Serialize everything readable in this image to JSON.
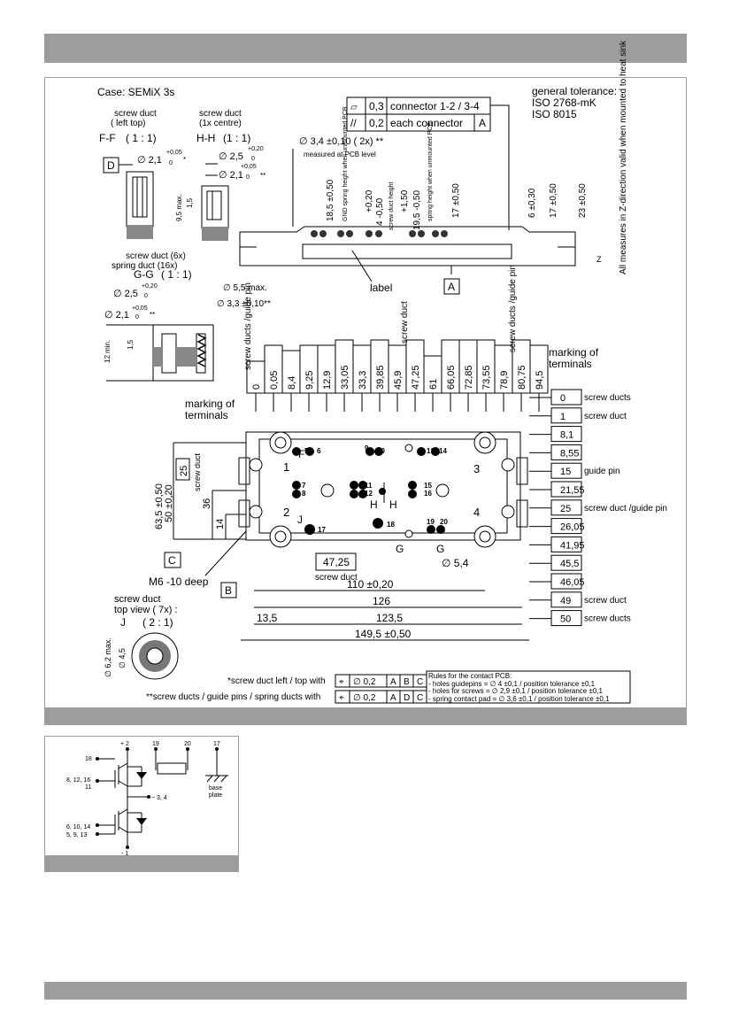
{
  "case_title": "Case: SEMiX 3s",
  "tolerance": {
    "general": "general tolerance:",
    "iso1": "ISO 2768-mK",
    "iso2": "ISO 8015",
    "frame1_sym": "▱",
    "frame1_val": "0,3",
    "frame1_text": "connector 1-2 / 3-4",
    "frame2_sym": "//",
    "frame2_val": "0,2",
    "frame2_text": "each connector",
    "frame2_ref": "A"
  },
  "z_note": "All measures in Z-direction valid when mounted to heat sink",
  "ff": {
    "title1": "screw duct",
    "title2": "( left top)",
    "label": "F-F",
    "scale": "( 1 : 1)",
    "d": "D",
    "dia": "∅ 2,1",
    "tol_up": "+0,05",
    "tol_lo": "0",
    "mark": "*",
    "h95": "9,5 max.",
    "h15": "1,5"
  },
  "hh": {
    "title1": "screw duct",
    "title2": "(1x centre)",
    "label": "H-H",
    "scale": "(1 : 1)",
    "dia1": "∅ 2,5",
    "tol1_up": "+0,20",
    "tol1_lo": "0",
    "dia2": "∅ 2,1",
    "tol2_up": "+0,05",
    "tol2_lo": "0",
    "mark2": "**"
  },
  "gg": {
    "title1": "screw duct  (6x)",
    "title2": "spring duct  (16x)",
    "label": "G-G",
    "scale": "( 1 : 1)",
    "dia1": "∅ 2,5",
    "tol1_up": "+0,20",
    "tol1_lo": "0",
    "dia2": "∅ 2,1",
    "tol2_up": "+0,05",
    "tol2_lo": "0",
    "mark2": "**",
    "d55": "∅ 5,5 max.",
    "d33": "∅ 3,3 ±0,10**",
    "h12": "12 min.",
    "h15": "1,5"
  },
  "top_dims": {
    "d34": "∅ 3,4 ±0,10  ( 2x)   **",
    "pcb": "measured at PCB level",
    "v1": "18,5 ±0,50",
    "v1n": "GND spring height when unmounted PCB",
    "v2": "+0,20",
    "v2b": "4 -0,50",
    "v2n": "screw duct height",
    "v3": "+1,50",
    "v3b": "19,5 -0,50",
    "v3n": "spring height when unmounted PCB",
    "v4": "17 ±0,50",
    "r1": "6 ±0,30",
    "r2": "17 ±0,50",
    "r3": "23 ±0,50",
    "z": "Z",
    "label": "label",
    "a": "A"
  },
  "x_positions": [
    "0",
    "0,05",
    "8,4",
    "9,25",
    "12,9",
    "33,05",
    "33,3",
    "39,85",
    "45,9",
    "47,25",
    "61",
    "66,05",
    "72,85",
    "73,55",
    "78,9",
    "80,75",
    "94,5"
  ],
  "x_notes": {
    "left": "screw ducts /guide pin",
    "mid": "screw duct",
    "right": "screw ducts /guide pin"
  },
  "marking1": "marking of terminals",
  "marking2": "marking of terminals",
  "y_positions": [
    {
      "v": "0",
      "n": "screw ducts"
    },
    {
      "v": "1",
      "n": "screw duct"
    },
    {
      "v": "8,1",
      "n": ""
    },
    {
      "v": "8,55",
      "n": ""
    },
    {
      "v": "15",
      "n": "guide pin"
    },
    {
      "v": "21,55",
      "n": ""
    },
    {
      "v": "25",
      "n": "screw duct /guide pin"
    },
    {
      "v": "26,05",
      "n": ""
    },
    {
      "v": "41,95",
      "n": ""
    },
    {
      "v": "45,5",
      "n": ""
    },
    {
      "v": "46,05",
      "n": ""
    },
    {
      "v": "49",
      "n": "screw duct"
    },
    {
      "v": "50",
      "n": "screw ducts"
    }
  ],
  "plan": {
    "d635": "63,5 ±0,50",
    "d50": "50 ±0,20",
    "d36": "36",
    "d14": "14",
    "d25": "25",
    "sd": "screw duct",
    "c": "C",
    "b": "B",
    "m6": "M6 -10 deep",
    "d4725": "47,25",
    "sd2": "screw duct",
    "d54": "∅ 5,4",
    "d110": "110 ±0,20",
    "d126": "126",
    "d135": "13,5",
    "d1235": "123,5",
    "d1495": "149,5 ±0,50",
    "f": "F",
    "h": "H",
    "g": "G",
    "j": "J",
    "pins": [
      "5",
      "6",
      "9",
      "10",
      "13",
      "14",
      "7",
      "8",
      "11",
      "12",
      "15",
      "16",
      "17",
      "18",
      "19",
      "20"
    ],
    "terms": [
      "1",
      "2",
      "3",
      "4"
    ]
  },
  "j": {
    "t1": "screw duct",
    "t2": "top view  ( 7x)   :",
    "label": "J",
    "scale": "( 2 : 1)",
    "d62": "∅ 6,2 max.",
    "d45": "∅ 4,5"
  },
  "pcb_rules": {
    "title": "Rules for the contact PCB:",
    "r1": "- holes guidepins  =  ∅ 4 ±0,1 / position tolerance ±0,1",
    "r2": "- holes for screws = ∅ 2,9 ±0,1 / position tolerance ±0,1",
    "r3": "- spring contact pad  =  ∅ 3,6 ±0,1 / position tolerance  ±0,1",
    "line1": "*screw duct left / top with",
    "line2": "**screw ducts / guide pins / spring ducts with",
    "f1": [
      "⌖",
      "∅  0,2",
      "A",
      "B",
      "C"
    ],
    "f2": [
      "⌖",
      "∅  0,2",
      "A",
      "D",
      "C"
    ]
  },
  "schematic": {
    "p2": "+ 2",
    "p18": "18",
    "p8": "8, 12, 16",
    "p11": "11",
    "p34": "~ 3, 4",
    "p6": "6, 10, 14",
    "p5": "5, 9, 13",
    "p1": "- 1",
    "p19": "19",
    "p20": "20",
    "p17": "17",
    "base1": "base",
    "base2": "plate"
  }
}
